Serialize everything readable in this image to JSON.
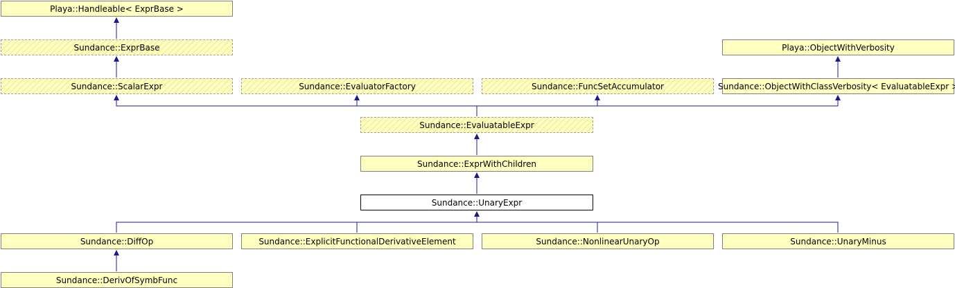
{
  "diagram": {
    "nodes": {
      "handleable": "Playa::Handleable< ExprBase >",
      "exprbase": "Sundance::ExprBase",
      "objectwithverbosity": "Playa::ObjectWithVerbosity",
      "scalarexpr": "Sundance::ScalarExpr",
      "evaluatorfactory": "Sundance::EvaluatorFactory",
      "funcsetaccumulator": "Sundance::FuncSetAccumulator",
      "objectwithclassverbosity": "Sundance::ObjectWithClassVerbosity< EvaluatableExpr >",
      "evaluatableexpr": "Sundance::EvaluatableExpr",
      "exprwithchildren": "Sundance::ExprWithChildren",
      "unaryexpr": "Sundance::UnaryExpr",
      "diffop": "Sundance::DiffOp",
      "explicitfunctionalderivativeelement": "Sundance::ExplicitFunctionalDerivativeElement",
      "nonlinearunaryop": "Sundance::NonlinearUnaryOp",
      "unaryminus": "Sundance::UnaryMinus",
      "derivofsymbfunc": "Sundance::DerivOfSymbFunc"
    },
    "colors": {
      "edge": "#1a1a8c",
      "node_fill": "#ffffc0",
      "node_border": "#808080",
      "current_fill": "#ffffff"
    }
  }
}
